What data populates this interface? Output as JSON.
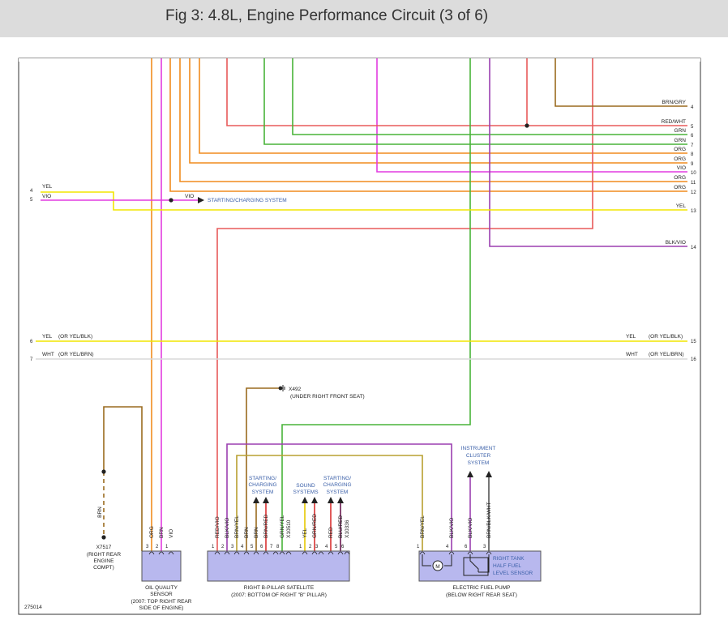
{
  "title": "Fig 3: 4.8L, Engine Performance Circuit (3 of 6)",
  "figure_number": "275014",
  "colors": {
    "header_bg": "#dcdcdc",
    "orange": "#f08c1e",
    "green": "#48b438",
    "violet": "#e23ce0",
    "red": "#e85a5a",
    "brown": "#9a6a1e",
    "yellow": "#f2e600",
    "black": "#222222",
    "blue_text": "#3a5fa8",
    "component_fill": "#b8b8ee"
  },
  "right_wires": [
    {
      "label": "BRN/GRY",
      "pin": "4"
    },
    {
      "label": "RED/WHT",
      "pin": "5"
    },
    {
      "label": "GRN",
      "pin": "6"
    },
    {
      "label": "GRN",
      "pin": "7"
    },
    {
      "label": "ORG",
      "pin": "8"
    },
    {
      "label": "ORG",
      "pin": "9"
    },
    {
      "label": "VIO",
      "pin": "10"
    },
    {
      "label": "ORG",
      "pin": "11"
    },
    {
      "label": "ORG",
      "pin": "12"
    },
    {
      "label": "YEL",
      "pin": "13"
    },
    {
      "label": "BLK/VIO",
      "pin": "14"
    }
  ],
  "left_inputs": [
    {
      "label": "YEL",
      "pin": "4"
    },
    {
      "label": "VIO",
      "pin": "5"
    }
  ],
  "starting_charging_ref": {
    "wire": "VIO",
    "label": "STARTING/CHARGING SYSTEM"
  },
  "bus_wires": [
    {
      "left_pin": "6",
      "label": "YEL",
      "alt": "(OR YEL/BLK)",
      "right_label": "YEL",
      "right_alt": "(OR YEL/BLK)",
      "right_pin": "15"
    },
    {
      "left_pin": "7",
      "label": "WHT",
      "alt": "(OR YEL/BRN)",
      "right_label": "WHT",
      "right_alt": "(OR YEL/BRN)",
      "right_pin": "16"
    }
  ],
  "ground_x492": {
    "name": "X492",
    "location": "(UNDER RIGHT FRONT SEAT)"
  },
  "ground_x7517": {
    "wire": "BRN",
    "name": "X7517",
    "location": [
      "(RIGHT REAR",
      "ENGINE",
      "COMPT)"
    ]
  },
  "oil_sensor": {
    "pins": [
      {
        "num": "3",
        "wire": "ORG"
      },
      {
        "num": "2",
        "wire": "BRN"
      },
      {
        "num": "1",
        "wire": "VIO"
      }
    ],
    "name": [
      "OIL QUALITY",
      "SENSOR"
    ],
    "note": [
      "(2007: TOP RIGHT REAR",
      "SIDE OF ENGINE)"
    ]
  },
  "satellite": {
    "pins": [
      {
        "num": "1",
        "wire": "RED/VIO"
      },
      {
        "num": "2",
        "wire": "BLK/VIO"
      },
      {
        "num": "3",
        "wire": "BRN/YEL"
      },
      {
        "num": "4",
        "wire": "BRN"
      },
      {
        "num": "5",
        "wire": "BRN"
      },
      {
        "num": "6",
        "wire": "BRN/RED"
      },
      {
        "num": "7",
        "wire": ""
      },
      {
        "num": "8",
        "wire": "GRN/YEL"
      },
      {
        "num": "",
        "wire": "X10510"
      },
      {
        "num": "1",
        "wire": "YEL"
      },
      {
        "num": "2",
        "wire": "GRN/RED"
      },
      {
        "num": "3",
        "wire": ""
      },
      {
        "num": "4",
        "wire": "RED"
      },
      {
        "num": "5",
        "wire": "BLU/RED"
      },
      {
        "num": "6",
        "wire": "X10336"
      }
    ],
    "name": "RIGHT B-PILLAR SATELLITE",
    "note": "(2007: BOTTOM OF RIGHT \"B\" PILLAR)"
  },
  "system_refs": {
    "starting_charging_1": [
      "STARTING/",
      "CHARGING",
      "SYSTEM"
    ],
    "sound": [
      "SOUND",
      "SYSTEMS"
    ],
    "starting_charging_2": [
      "STARTING/",
      "CHARGING",
      "SYSTEM"
    ],
    "instrument_cluster": [
      "INSTRUMENT",
      "CLUSTER",
      "SYSTEM"
    ]
  },
  "fuel_pump": {
    "pins": [
      {
        "num": "1",
        "wire": "BRN/YEL"
      },
      {
        "num": "4",
        "wire": "BLK/VIO"
      },
      {
        "num": "6",
        "wire": "BLK/VIO"
      },
      {
        "num": "3",
        "wire": "BRN/BLK/WHT"
      }
    ],
    "motor_label": "M",
    "sender_label": [
      "RIGHT TANK",
      "HALF FUEL",
      "LEVEL SENSOR"
    ],
    "name": "ELECTRIC FUEL PUMP",
    "note": "(BELOW RIGHT REAR SEAT)"
  }
}
